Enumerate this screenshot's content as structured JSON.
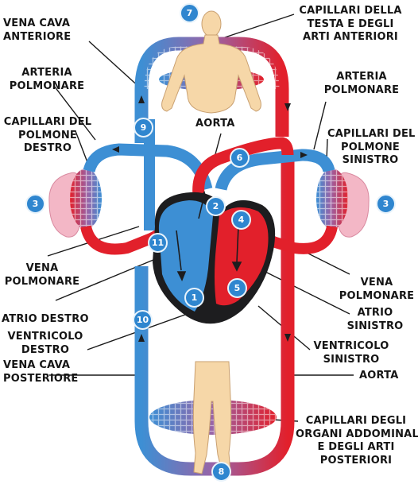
{
  "labels": {
    "vena_cava_anteriore": "VENA CAVA\nANTERIORE",
    "capillari_testa": "CAPILLARI DELLA\nTESTA E DEGLI\nARTI ANTERIORI",
    "arteria_polmonare_left": "ARTERIA\nPOLMONARE",
    "arteria_polmonare_right": "ARTERIA\nPOLMONARE",
    "capillari_polmone_destro": "CAPILLARI DEL\nPOLMONE\nDESTRO",
    "aorta_top": "AORTA",
    "capillari_polmone_sinistro": "CAPILLARI DEL\nPOLMONE\nSINISTRO",
    "vena_polmonare_left": "VENA\nPOLMONARE",
    "vena_polmonare_right": "VENA\nPOLMONARE",
    "atrio_destro": "ATRIO DESTRO",
    "atrio_sinistro": "ATRIO\nSINISTRO",
    "ventricolo_destro": "VENTRICOLO\nDESTRO",
    "ventricolo_sinistro": "VENTRICOLO\nSINISTRO",
    "vena_cava_posteriore": "VENA CAVA\nPOSTERIORE",
    "aorta_bottom": "AORTA",
    "capillari_addominali": "CAPILLARI DEGLI\nORGANI ADDOMINALI\nE DEGLI ARTI\nPOSTERIORI"
  },
  "badges": {
    "b1": "1",
    "b2": "2",
    "b3_left": "3",
    "b3_right": "3",
    "b4": "4",
    "b5": "5",
    "b6": "6",
    "b7": "7",
    "b8": "8",
    "b9": "9",
    "b10": "10",
    "b11": "11"
  },
  "colors": {
    "venous_blue": "#3d8fd4",
    "arterial_red": "#e2202b",
    "heart_dark": "#1d1d1f",
    "skin": "#f6d7a8",
    "lung_pink": "#f3b7c6",
    "badge_blue": "#2f86cf"
  }
}
